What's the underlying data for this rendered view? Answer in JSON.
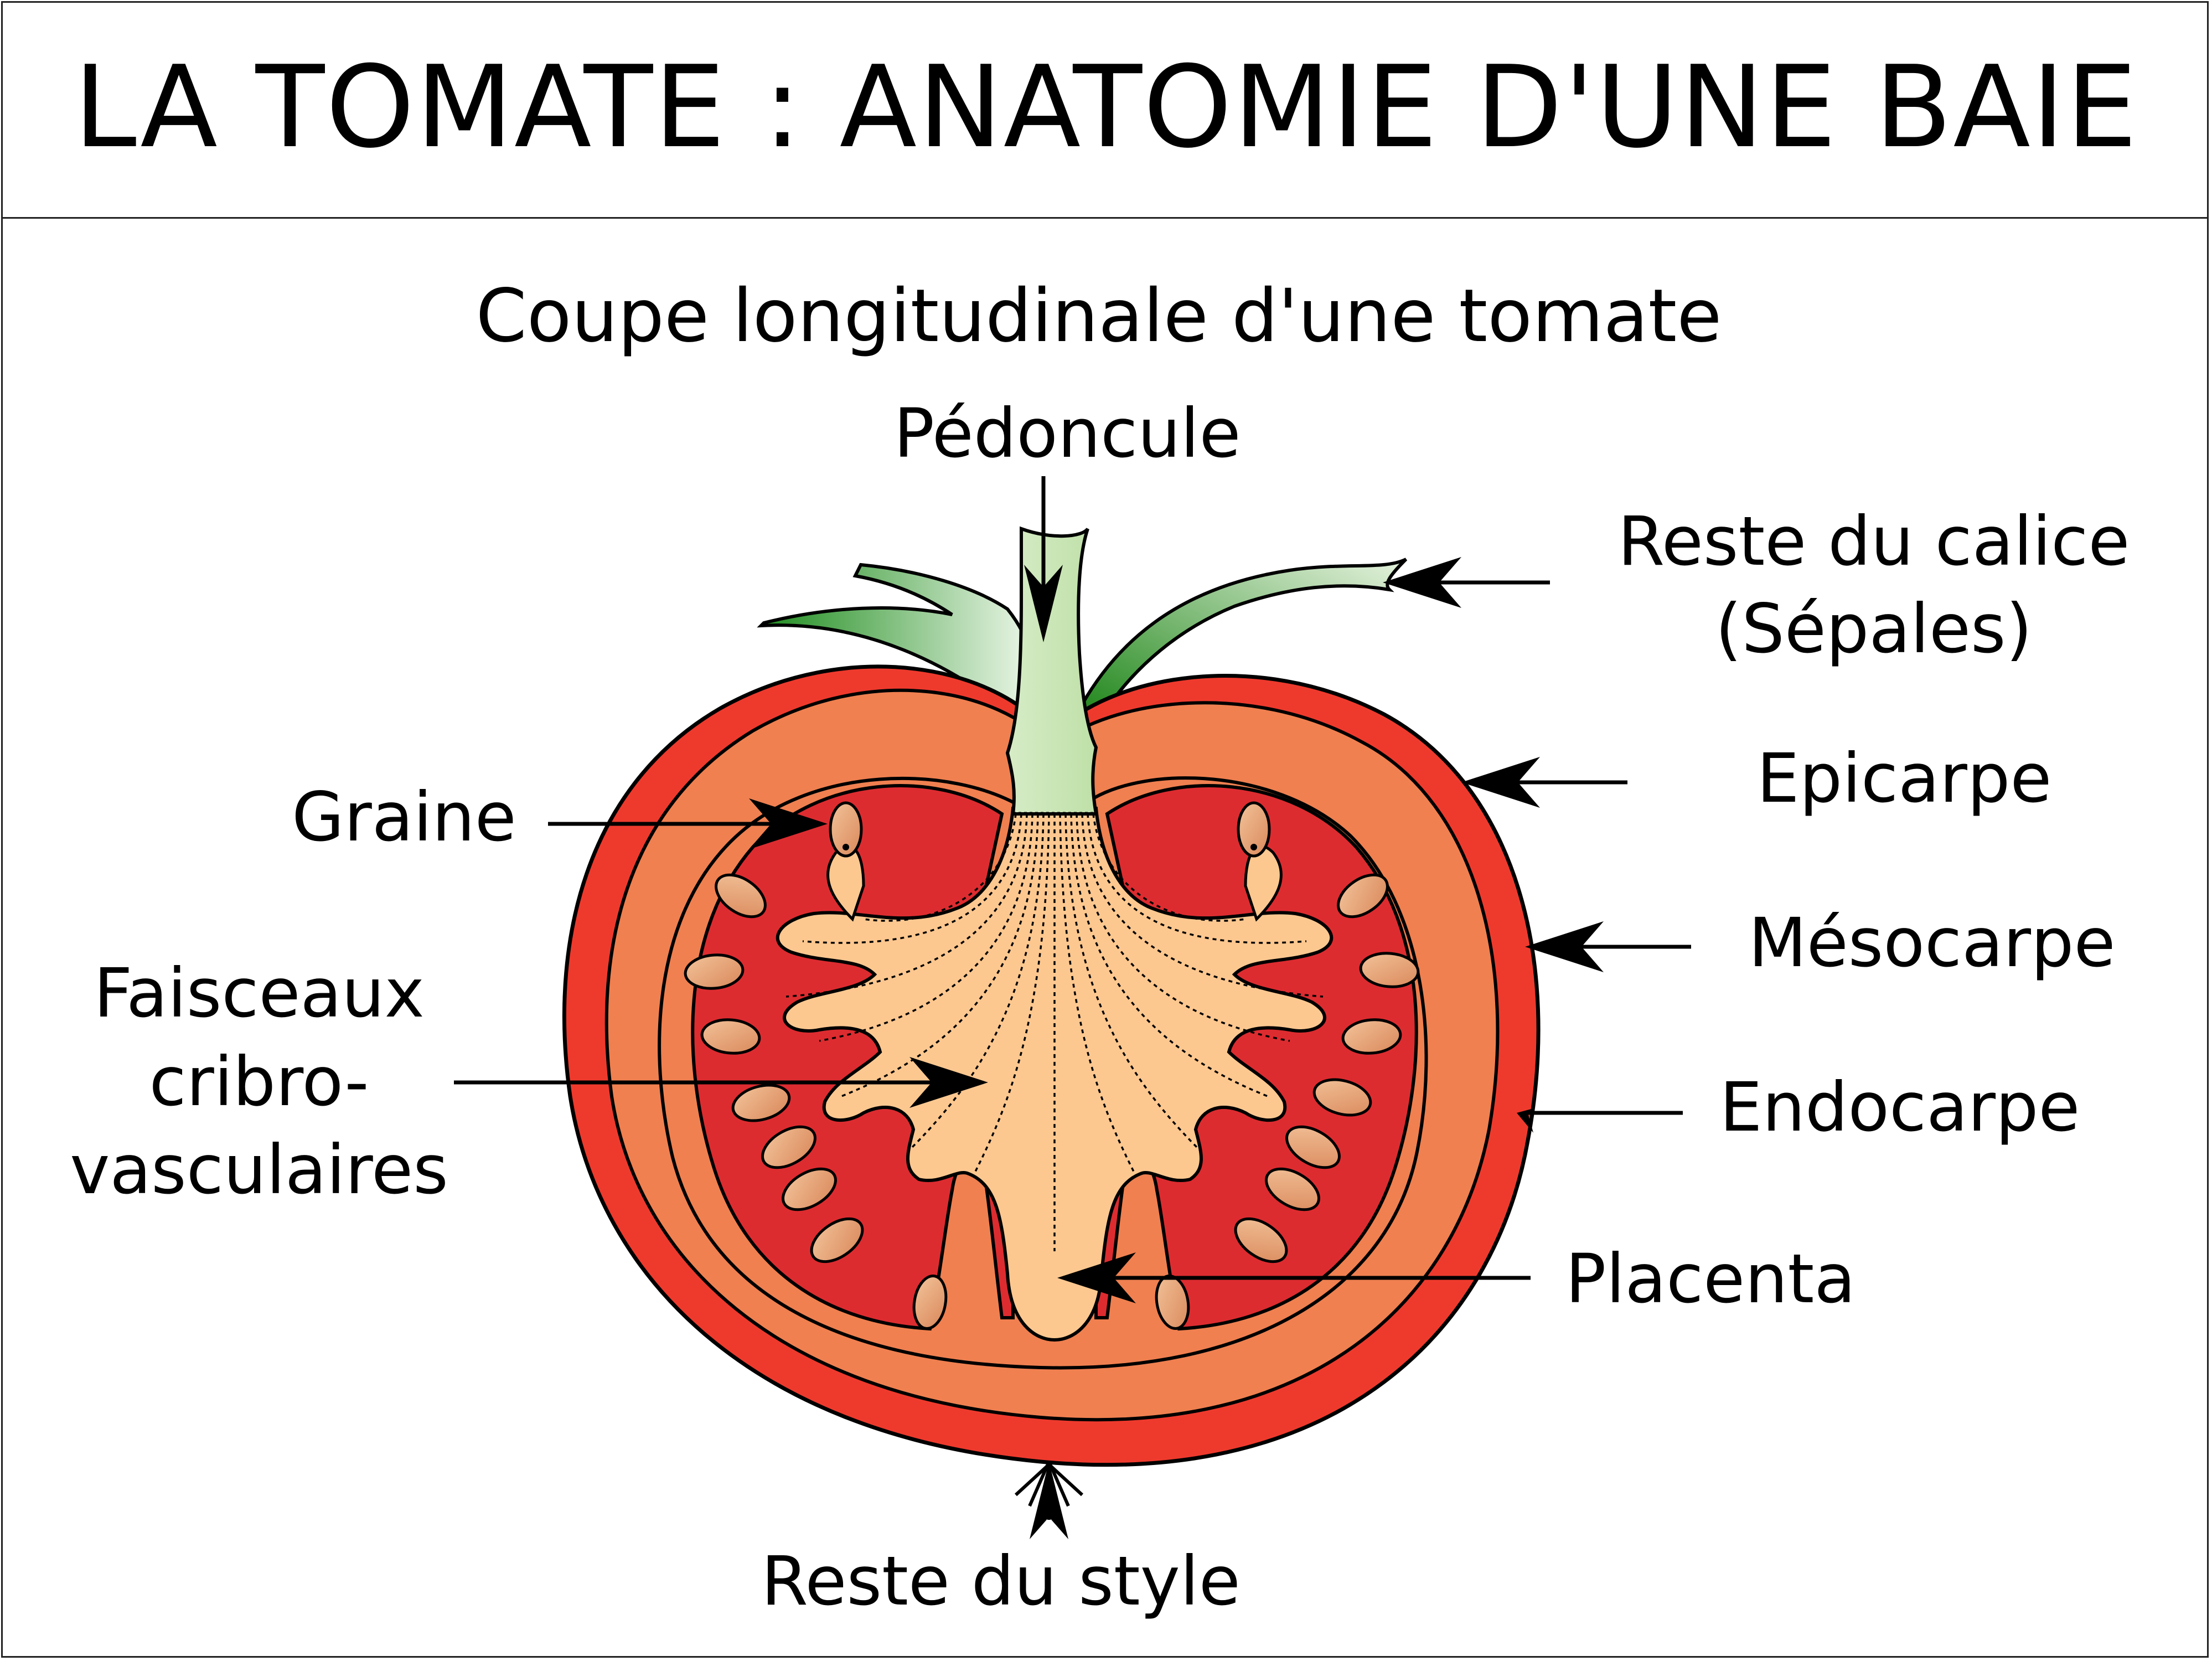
{
  "title": "LA TOMATE : ANATOMIE D'UNE BAIE",
  "subtitle": "Coupe longitudinale d'une tomate",
  "labels": {
    "pedoncule": "Pédoncule",
    "calice_line1": "Reste du calice",
    "calice_line2": "(Sépales)",
    "epicarpe": "Epicarpe",
    "mesocarpe": "Mésocarpe",
    "endocarpe": "Endocarpe",
    "placenta": "Placenta",
    "graine": "Graine",
    "faisceaux_line1": "Faisceaux",
    "faisceaux_line2": "cribro-",
    "faisceaux_line3": "vasculaires",
    "style": "Reste du style"
  },
  "colors": {
    "epicarp": "#ee3a2d",
    "mesocarp": "#f08050",
    "locule": "#dd2c30",
    "placenta": "#fdc890",
    "seed": "#e49a6c",
    "sepal_dark": "#1f8c1f",
    "sepal_light": "#e6f3de",
    "stem": "#cbe6b6",
    "outline": "#000000"
  }
}
